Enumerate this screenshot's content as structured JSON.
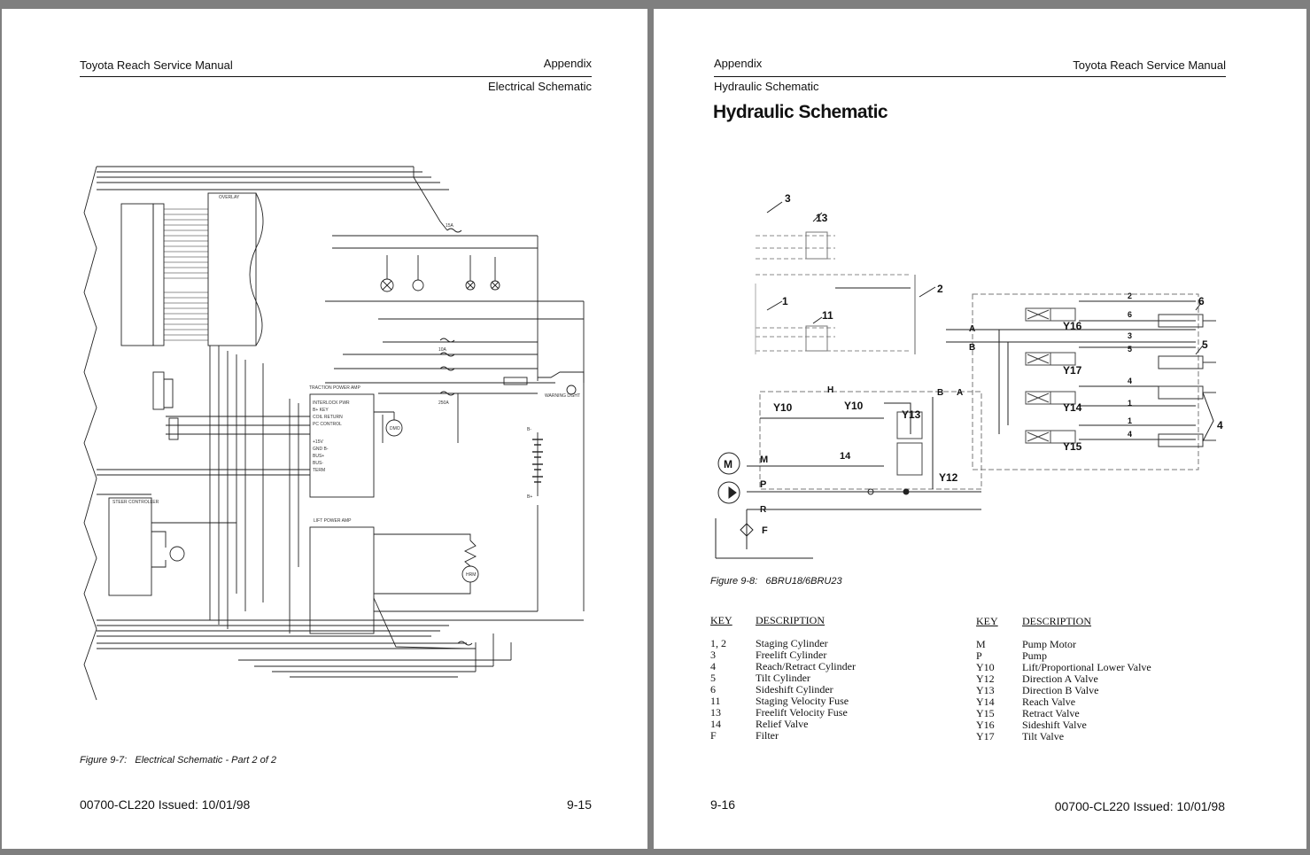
{
  "left_page": {
    "header_left": "Toyota Reach Service Manual",
    "header_right": "Appendix",
    "subheader": "Electrical Schematic",
    "diagram_labels": {
      "overlay": "OVERLAY",
      "traction_amp": "TRACTION POWER AMP",
      "lift_amp": "LIFT POWER AMP",
      "steer_controller": "STEER CONTROLLER",
      "warning_light": "WARNING LIGHT",
      "fuse_15a": "15A",
      "fuse_250a": "250A",
      "fuse_10a": "10A",
      "interlock_pwr": "INTERLOCK PWR",
      "b_key": "B+ KEY",
      "coil_return": "COIL RETURN",
      "pc_control": "PC CONTROL",
      "plus15v": "+15V",
      "gnd_b": "GND B-",
      "bus_plus": "BUS+",
      "bus_minus": "BUS-",
      "term": "TERM",
      "bminus": "B-",
      "bplus": "B+",
      "motor": "DMO",
      "hr_motor": "HRM"
    },
    "caption_label": "Figure 9-7:",
    "caption_text": "Electrical Schematic - Part 2 of 2",
    "footer_doc": "00700-CL220 Issued:  10/01/98",
    "page_number": "9-15"
  },
  "right_page": {
    "header_left": "Appendix",
    "header_right": "Toyota Reach Service Manual",
    "subheader": "Hydraulic Schematic",
    "title": "Hydraulic Schematic",
    "diagram_labels": {
      "l3": "3",
      "l13": "13",
      "l2": "2",
      "l1": "1",
      "l11": "11",
      "l6": "6",
      "l5": "5",
      "l4": "4",
      "a": "A",
      "b": "B",
      "h": "H",
      "b2": "B",
      "a2": "A",
      "y16": "Y16",
      "y17": "Y17",
      "y14": "Y14",
      "y15": "Y15",
      "y10a": "Y10",
      "y10b": "Y10",
      "y13": "Y13",
      "y12": "Y12",
      "m": "M",
      "m_port": "M",
      "p": "P",
      "r": "R",
      "f": "F",
      "l14": "14",
      "line2": "2",
      "line6": "6",
      "line3": "3",
      "line5": "5",
      "line4": "4",
      "line1": "1",
      "line1b": "1",
      "line4b": "4"
    },
    "caption_label": "Figure 9-8:",
    "caption_text": "6BRU18/6BRU23",
    "key_header": "KEY",
    "desc_header": "DESCRIPTION",
    "key_left": [
      {
        "key": "1, 2",
        "desc": "Staging Cylinder"
      },
      {
        "key": "3",
        "desc": "Freelift Cylinder"
      },
      {
        "key": "4",
        "desc": "Reach/Retract Cylinder"
      },
      {
        "key": "5",
        "desc": "Tilt Cylinder"
      },
      {
        "key": "6",
        "desc": "Sideshift Cylinder"
      },
      {
        "key": "11",
        "desc": "Staging Velocity Fuse"
      },
      {
        "key": "13",
        "desc": "Freelift Velocity Fuse"
      },
      {
        "key": "14",
        "desc": "Relief Valve"
      },
      {
        "key": "F",
        "desc": "Filter"
      }
    ],
    "key_right": [
      {
        "key": "M",
        "desc": "Pump Motor"
      },
      {
        "key": "P",
        "desc": "Pump"
      },
      {
        "key": "Y10",
        "desc": "Lift/Proportional Lower Valve"
      },
      {
        "key": "Y12",
        "desc": "Direction A Valve"
      },
      {
        "key": "Y13",
        "desc": "Direction B Valve"
      },
      {
        "key": "Y14",
        "desc": "Reach Valve"
      },
      {
        "key": "Y15",
        "desc": "Retract Valve"
      },
      {
        "key": "Y16",
        "desc": "Sideshift Valve"
      },
      {
        "key": "Y17",
        "desc": "Tilt Valve"
      }
    ],
    "page_number": "9-16",
    "footer_doc": "00700-CL220 Issued:  10/01/98"
  }
}
